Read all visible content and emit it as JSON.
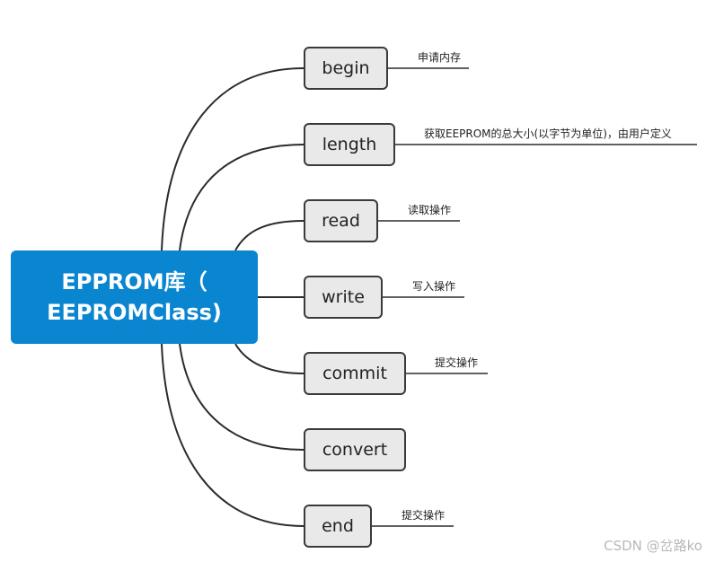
{
  "root": {
    "line1": "EPPROM库（",
    "line2": "EEPROMClass)"
  },
  "branches": [
    {
      "label": "begin",
      "note": "申请内存"
    },
    {
      "label": "length",
      "note": "获取EEPROM的总大小(以字节为单位)，由用户定义"
    },
    {
      "label": "read",
      "note": "读取操作"
    },
    {
      "label": "write",
      "note": "写入操作"
    },
    {
      "label": "commit",
      "note": "提交操作"
    },
    {
      "label": "convert",
      "note": ""
    },
    {
      "label": "end",
      "note": "提交操作"
    }
  ],
  "watermark": "CSDN @岔路ko",
  "colors": {
    "root_bg": "#0a86d0",
    "node_bg": "#e9e9e9",
    "node_border": "#3a3a3a",
    "line": "#2b2b2b"
  }
}
